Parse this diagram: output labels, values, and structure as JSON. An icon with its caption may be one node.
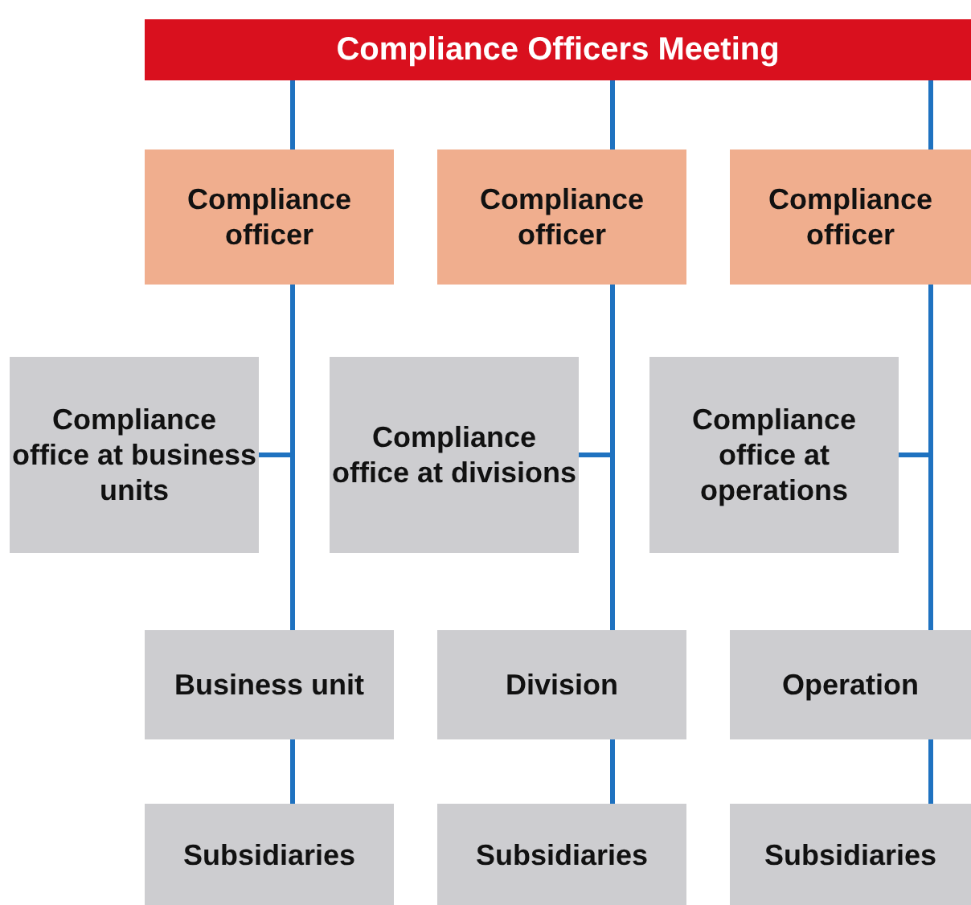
{
  "diagram": {
    "nodes": [
      {
        "text": [
          "Compliance Officers Meeting"
        ]
      },
      {
        "text": [
          "Compliance officer"
        ]
      },
      {
        "text": [
          "Compliance officer"
        ]
      },
      {
        "text": [
          "Compliance officer"
        ]
      },
      {
        "text": [
          "Compliance office at business units"
        ]
      },
      {
        "text": [
          "Compliance office at divisions"
        ]
      },
      {
        "text": [
          "Compliance office at operations"
        ]
      },
      {
        "text": [
          "Business unit"
        ]
      },
      {
        "text": [
          "Division"
        ]
      },
      {
        "text": [
          "Operation"
        ]
      },
      {
        "text": [
          "Subsidiaries"
        ]
      },
      {
        "text": [
          "Subsidiaries"
        ]
      },
      {
        "text": [
          "Subsidiaries"
        ]
      }
    ],
    "edges": [
      {
        "from": 0,
        "to": 1,
        "arrow": "none"
      },
      {
        "from": 0,
        "to": 2,
        "arrow": "none"
      },
      {
        "from": 0,
        "to": 3,
        "arrow": "none"
      },
      {
        "from": 1,
        "to": 7,
        "arrow": "none"
      },
      {
        "from": 2,
        "to": 8,
        "arrow": "none"
      },
      {
        "from": 3,
        "to": 9,
        "arrow": "none"
      },
      {
        "from": 4,
        "to": 1,
        "arrow": "none"
      },
      {
        "from": 5,
        "to": 2,
        "arrow": "none"
      },
      {
        "from": 6,
        "to": 3,
        "arrow": "none"
      },
      {
        "from": 7,
        "to": 10,
        "arrow": "none"
      },
      {
        "from": 8,
        "to": 11,
        "arrow": "none"
      },
      {
        "from": 9,
        "to": 12,
        "arrow": "none"
      }
    ]
  }
}
